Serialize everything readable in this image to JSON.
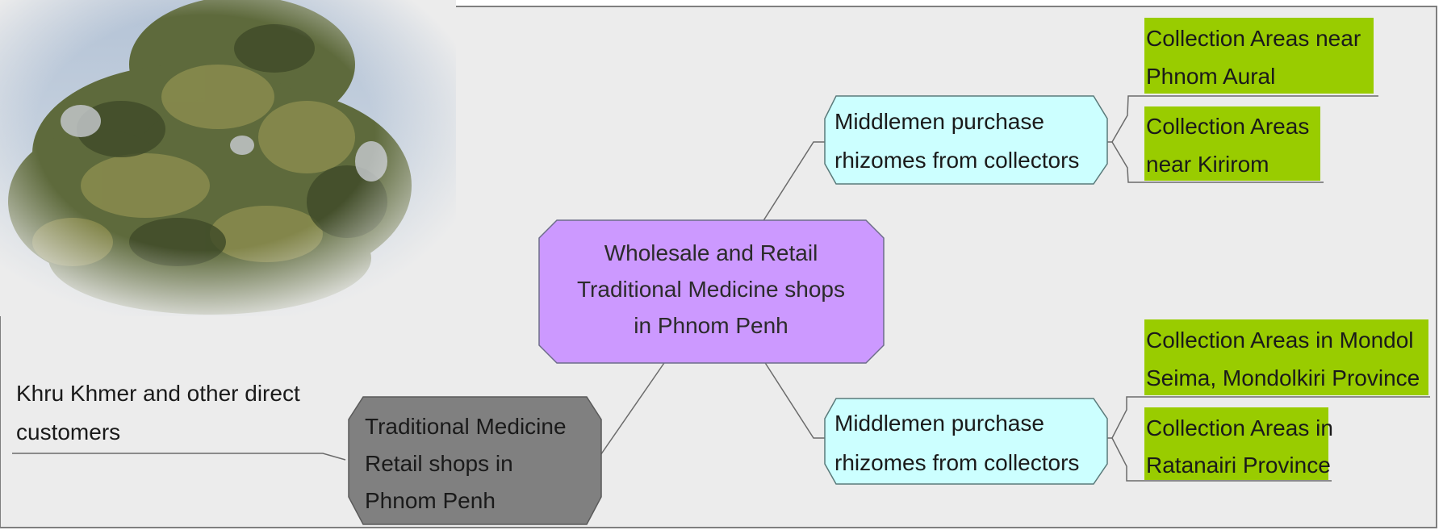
{
  "diagram": {
    "center": {
      "lines": [
        "Wholesale and Retail",
        "Traditional Medicine shops",
        "in Phnom Penh"
      ],
      "fill": "#cc99ff"
    },
    "middlemen_top": {
      "lines": [
        "Middlemen purchase",
        "rhizomes from collectors"
      ],
      "fill": "#ccffff"
    },
    "middlemen_bottom": {
      "lines": [
        "Middlemen purchase",
        "rhizomes from collectors"
      ],
      "fill": "#ccffff"
    },
    "retail": {
      "lines": [
        "Traditional Medicine",
        "Retail shops in",
        "Phnom Penh"
      ],
      "fill": "#808080"
    },
    "customers": {
      "lines": [
        "Khru Khmer and other direct",
        "customers"
      ]
    },
    "collection_areas": {
      "fill": "#99cc00",
      "aural": [
        "Collection Areas near",
        "Phnom Aural"
      ],
      "kirirom": [
        "Collection Areas",
        "near Kirirom"
      ],
      "mondolkiri": [
        "Collection Areas in Mondol",
        "Seima, Mondolkiri Province"
      ],
      "ratanakiri": [
        "Collection Areas in",
        "Ratanairi Province"
      ]
    }
  }
}
